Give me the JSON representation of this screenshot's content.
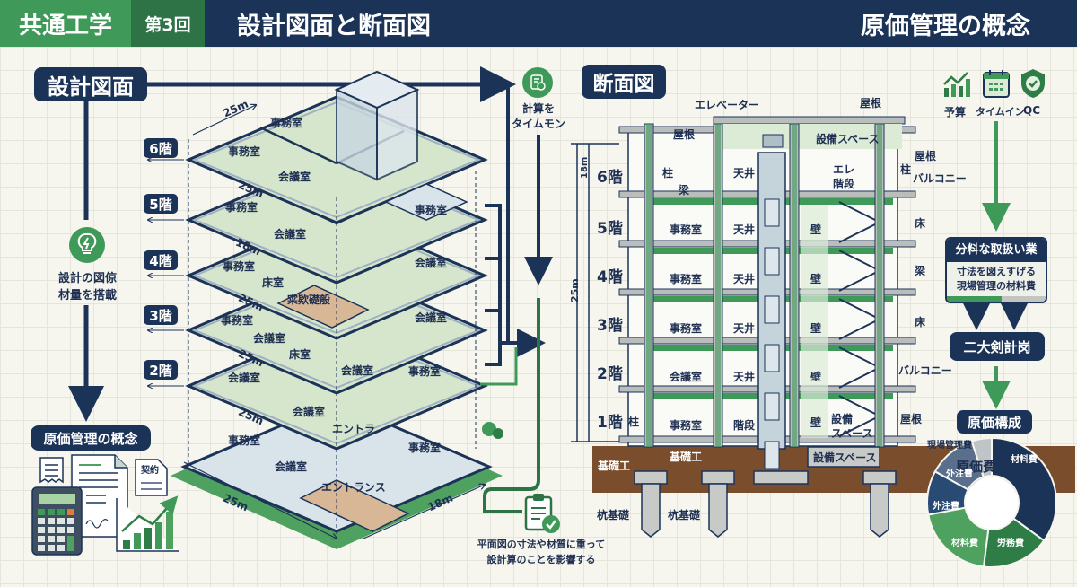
{
  "header": {
    "course": "共通工学",
    "lesson": "第3回",
    "title": "設計図面と断面図",
    "right_title": "原価管理の概念"
  },
  "left": {
    "section_label": "設計図面",
    "bulb_caption_line1": "設計の図倞",
    "bulb_caption_line2": "材量を搭載",
    "cost_label": "原価管理の概念",
    "contract_label": "契約"
  },
  "plan": {
    "floor_tags": [
      "6階",
      "5階",
      "4階",
      "3階",
      "2階"
    ],
    "dimensions": {
      "top": "25m",
      "f5": "25m",
      "f4": "18m",
      "f3": "25m",
      "f2": "25m",
      "f1": "25m",
      "bottom_left": "25m",
      "bottom_right": "18m"
    },
    "rooms": {
      "f6": [
        "事務室",
        "事務室",
        "会議室"
      ],
      "f5": [
        "事務室",
        "会議室",
        "事務室"
      ],
      "f4": [
        "事務室",
        "床室",
        "会議室",
        "寀欵礎般"
      ],
      "f3": [
        "事務室",
        "会議室",
        "床室",
        "会議室",
        "会議室"
      ],
      "f2": [
        "会議室",
        "会議室",
        "事務室",
        "エントラ"
      ],
      "f1": [
        "事務室",
        "会議室",
        "エントランス",
        "事務室"
      ]
    }
  },
  "middle": {
    "calc_caption_line1": "計算を",
    "calc_caption_line2": "タイムモン",
    "clip_caption_line1": "平面図の寸法や材質に重って",
    "clip_caption_line2": "設計算のことを影響する"
  },
  "section": {
    "label": "断面図",
    "height_total": "25m",
    "height_top": "18m",
    "floors": [
      "6階",
      "5階",
      "4階",
      "3階",
      "2階",
      "1階"
    ],
    "top_labels": {
      "elevator": "エレベーター",
      "roof_top": "屋根",
      "roof_left": "屋根",
      "equipment": "設備スペース"
    },
    "f6": {
      "column": "柱",
      "beam": "梁",
      "ceiling": "天井",
      "stair": "エレ\n階段"
    },
    "rows": [
      {
        "room": "事務室",
        "mid": "天井",
        "wall": "壁"
      },
      {
        "room": "事務室",
        "mid": "天井",
        "wall": "壁"
      },
      {
        "room": "事務室",
        "mid": "天井",
        "wall": "壁"
      },
      {
        "room": "会議室",
        "mid": "天井",
        "wall": "壁"
      },
      {
        "room": "事務室",
        "mid": "階段",
        "wall": "壁"
      }
    ],
    "f1_column": "柱",
    "f1_equipment_line1": "設備",
    "f1_equipment_line2": "スペース",
    "right_labels": [
      "屋根",
      "柱",
      "バルコニー",
      "床",
      "梁",
      "床",
      "バルコニー",
      "屋根"
    ],
    "foundation": {
      "left": "基礎工",
      "center": "基礎工",
      "equipment": "設備スペース",
      "pile1": "杭基礎",
      "pile2": "杭基礎"
    }
  },
  "right": {
    "icons": [
      "予算",
      "タイムイン",
      "QC"
    ],
    "box_title": "分料な取扱い業",
    "box_line1": "寸法を図えすげる",
    "box_line2": "現場管理の材料費",
    "box_progress": 0.55,
    "result_label": "二大剣計岗",
    "pie_title": "原価構成",
    "pie_center": "原価費",
    "pie_segments": [
      {
        "label": "材料費",
        "value": 35,
        "color": "#1c3358"
      },
      {
        "label": "労務費",
        "value": 17,
        "color": "#2e7d46"
      },
      {
        "label": "材料費",
        "value": 20,
        "color": "#4fa160"
      },
      {
        "label": "外注費",
        "value": 11,
        "color": "#284a73"
      },
      {
        "label": "外注費",
        "value": 12,
        "color": "#5a6f8c"
      },
      {
        "label": "現場管理費",
        "value": 5,
        "color": "#bfc4c6"
      }
    ]
  },
  "colors": {
    "navy": "#1c3358",
    "green": "#3f9a5a",
    "dark_green": "#2e7346",
    "floor_green": "#d6e6cc",
    "floor_blue": "#d9e3ea",
    "floor_tan": "#d8b797",
    "soil": "#7a4e2c"
  }
}
